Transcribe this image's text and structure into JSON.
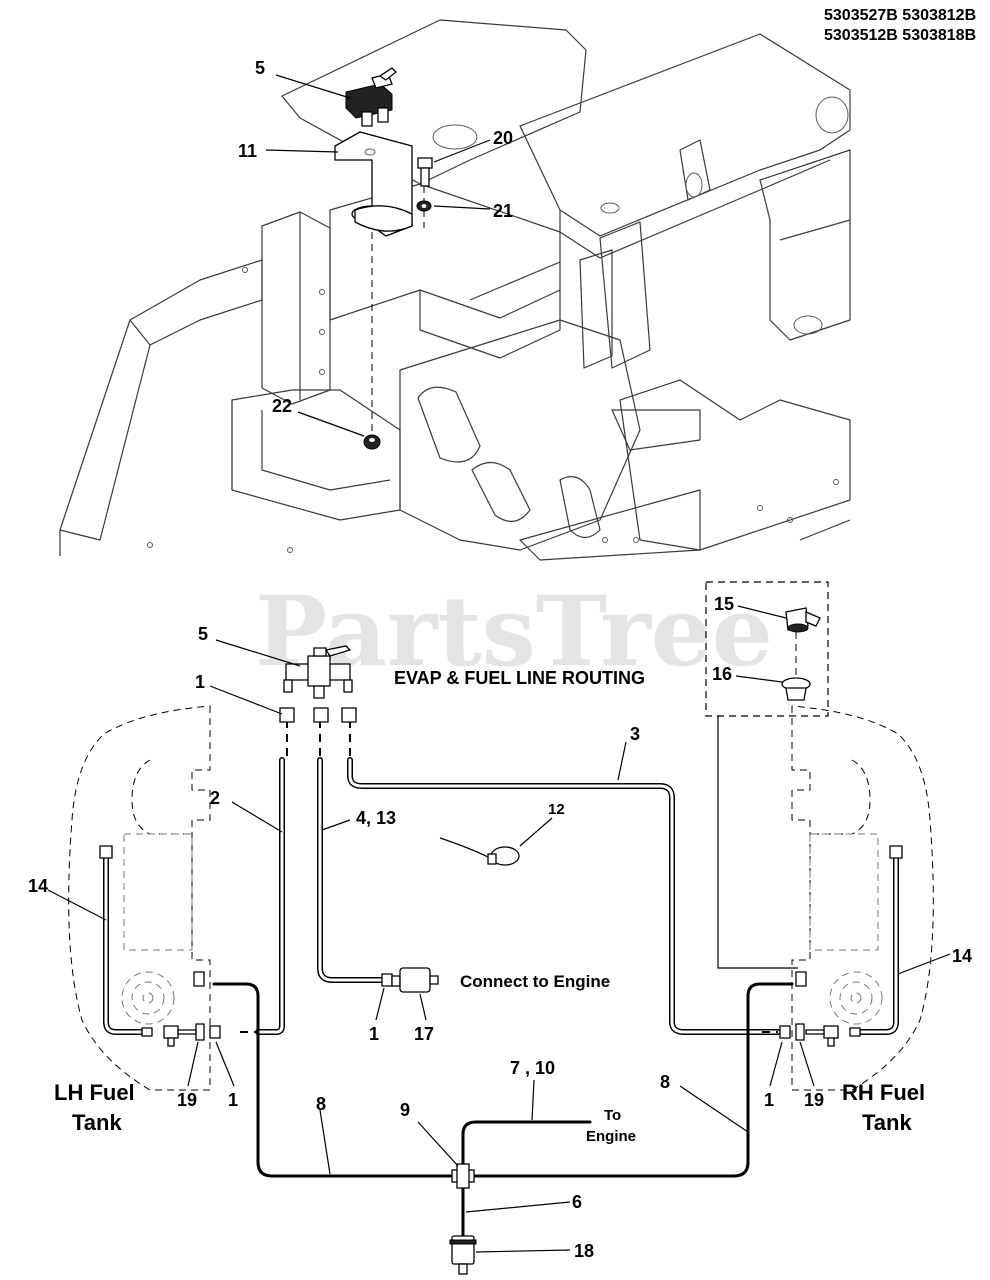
{
  "header": {
    "models_line1": "5303527B  5303812B",
    "models_line2": "5303512B  5303818B"
  },
  "watermark": "PartsTree",
  "top_callouts": [
    "5",
    "11",
    "20",
    "21",
    "22"
  ],
  "diagram": {
    "title": "EVAP & FUEL LINE ROUTING",
    "connect_engine": "Connect to Engine",
    "to_engine_line1": "To",
    "to_engine_line2": "Engine",
    "lh_tank_line1": "LH Fuel",
    "lh_tank_line2": "Tank",
    "rh_tank_line1": "RH Fuel",
    "rh_tank_line2": "Tank"
  },
  "callouts": {
    "c5": "5",
    "c1a": "1",
    "c3": "3",
    "c15": "15",
    "c16": "16",
    "c2": "2",
    "c4_13": "4, 13",
    "c12": "12",
    "c14a": "14",
    "c14b": "14",
    "c1b": "1",
    "c17": "17",
    "c19a": "19",
    "c1c": "1",
    "c7_10": "7 , 10",
    "c8a": "8",
    "c8b": "8",
    "c9": "9",
    "c1d": "1",
    "c19b": "19",
    "c6": "6",
    "c18": "18"
  }
}
